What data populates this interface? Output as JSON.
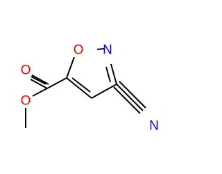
{
  "molecule": {
    "atoms": {
      "carbonyl_oxygen": "O",
      "ester_oxygen": "O",
      "ring_oxygen": "O",
      "ring_nitrogen": "N",
      "nitrile_nitrogen": "N"
    }
  },
  "colors": {
    "oxygen": "#ff0000",
    "nitrogen": "#0000ff",
    "bond": "#000000",
    "background": "#ffffff"
  }
}
